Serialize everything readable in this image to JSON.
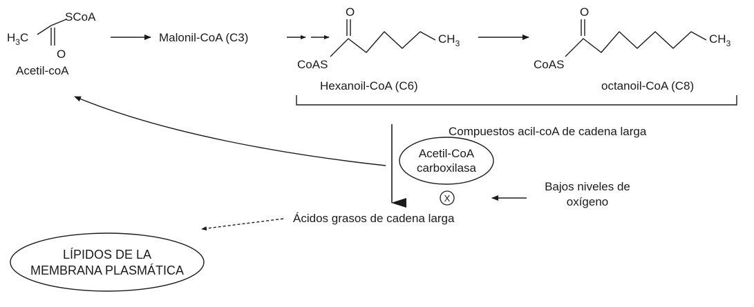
{
  "diagram": {
    "acetyl_coa": {
      "label": "Acetil-coA",
      "atom_h3c_main": "H",
      "atom_h3c_sub": "3",
      "atom_h3c_tail": "C",
      "atom_o": "O",
      "atom_scoa": "SCoA"
    },
    "malonyl": {
      "label": "Malonil-CoA (C3)"
    },
    "hexanoyl": {
      "label": "Hexanoil-CoA (C6)",
      "atom_o": "O",
      "atom_coas": "CoAS",
      "atom_ch3_main": "CH",
      "atom_ch3_sub": "3"
    },
    "octanoyl": {
      "label": "octanoil-CoA (C8)",
      "atom_o": "O",
      "atom_coas": "CoAS",
      "atom_ch3_main": "CH",
      "atom_ch3_sub": "3"
    },
    "bracket_label": "Compuestos acil-coA de cadena larga",
    "enzyme": {
      "line1": "Acetil-CoA",
      "line2": "carboxilasa"
    },
    "inhibition_mark": "X",
    "low_oxygen": {
      "line1": "Bajos niveles de",
      "line2": "oxígeno"
    },
    "fatty_acids": "Ácidos grasos de cadena larga",
    "membrane_lipids": {
      "line1": "LÍPIDOS DE LA",
      "line2": "MEMBRANA PLASMÁTICA"
    }
  }
}
